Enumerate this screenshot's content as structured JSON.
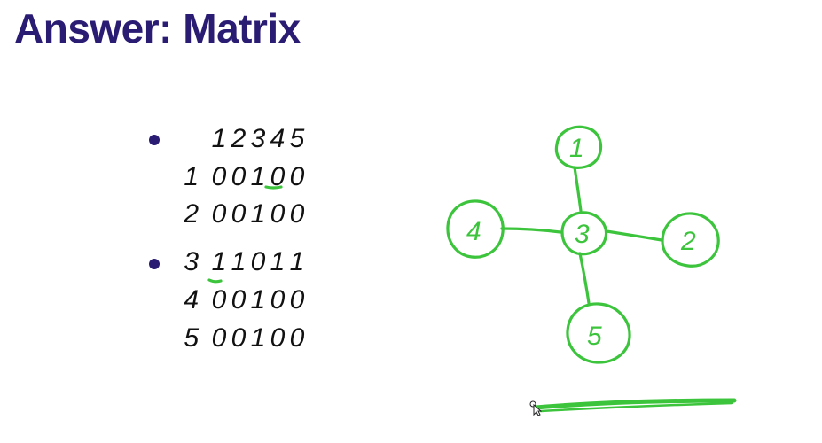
{
  "slide": {
    "title": "Answer: Matrix"
  },
  "matrix": {
    "header": [
      "1",
      "2",
      "3",
      "4",
      "5"
    ],
    "rows": [
      {
        "label": "1",
        "cells": [
          "0",
          "0",
          "1",
          "0",
          "0"
        ]
      },
      {
        "label": "2",
        "cells": [
          "0",
          "0",
          "1",
          "0",
          "0"
        ]
      },
      {
        "label": "3",
        "cells": [
          "1",
          "1",
          "0",
          "1",
          "1"
        ]
      },
      {
        "label": "4",
        "cells": [
          "0",
          "0",
          "1",
          "0",
          "0"
        ]
      },
      {
        "label": "5",
        "cells": [
          "0",
          "0",
          "1",
          "0",
          "0"
        ]
      }
    ]
  },
  "graph": {
    "nodes": [
      "1",
      "2",
      "3",
      "4",
      "5"
    ],
    "edges": [
      [
        "1",
        "3"
      ],
      [
        "2",
        "3"
      ],
      [
        "4",
        "3"
      ],
      [
        "5",
        "3"
      ]
    ],
    "ink_color": "#3cc43c"
  },
  "colors": {
    "title": "#2a1c73",
    "bullet": "#2a1c73",
    "ink": "#3cc43c"
  }
}
